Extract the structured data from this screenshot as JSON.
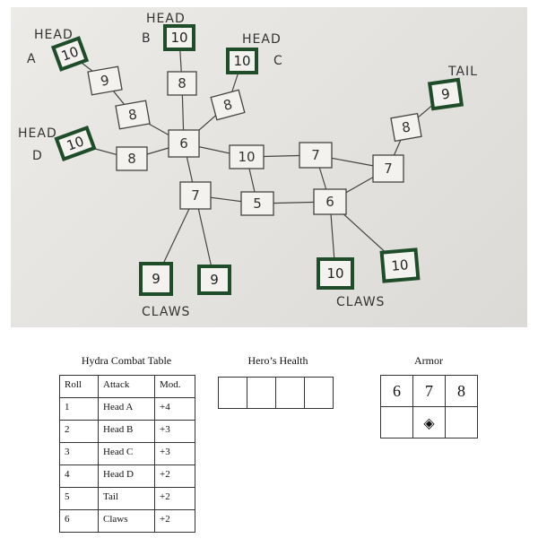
{
  "diagram": {
    "labels": {
      "head_a": "HEAD",
      "a": "A",
      "head_b": "HEAD",
      "b": "B",
      "head_c": "HEAD",
      "c": "C",
      "head_d": "HEAD",
      "d": "D",
      "tail": "TAIL",
      "claws_left": "CLAWS",
      "claws_right": "CLAWS"
    },
    "nodes": {
      "head_a": "10",
      "a1": "9",
      "a2": "8",
      "head_b": "10",
      "b1": "8",
      "head_c": "10",
      "c1": "8",
      "head_d": "10",
      "d1": "8",
      "center": "6",
      "m1": "10",
      "m2": "7",
      "l1": "7",
      "m3": "5",
      "r1": "6",
      "t1": "7",
      "t2": "8",
      "tail": "9",
      "claw_l1": "9",
      "claw_l2": "9",
      "claw_r1": "10",
      "claw_r2": "10"
    },
    "colors": {
      "target_node_border": "#1f4d2a"
    }
  },
  "combat_table": {
    "title": "Hydra Combat Table",
    "headers": [
      "Roll",
      "Attack",
      "Mod."
    ],
    "rows": [
      [
        "1",
        "Head A",
        "+4"
      ],
      [
        "2",
        "Head B",
        "+3"
      ],
      [
        "3",
        "Head C",
        "+3"
      ],
      [
        "4",
        "Head D",
        "+2"
      ],
      [
        "5",
        "Tail",
        "+2"
      ],
      [
        "6",
        "Claws",
        "+2"
      ]
    ]
  },
  "health": {
    "title": "Hero’s Health",
    "boxes": 4
  },
  "armor": {
    "title": "Armor",
    "values": [
      "6",
      "7",
      "8"
    ],
    "marker_symbol": "◈",
    "selected": "7"
  }
}
